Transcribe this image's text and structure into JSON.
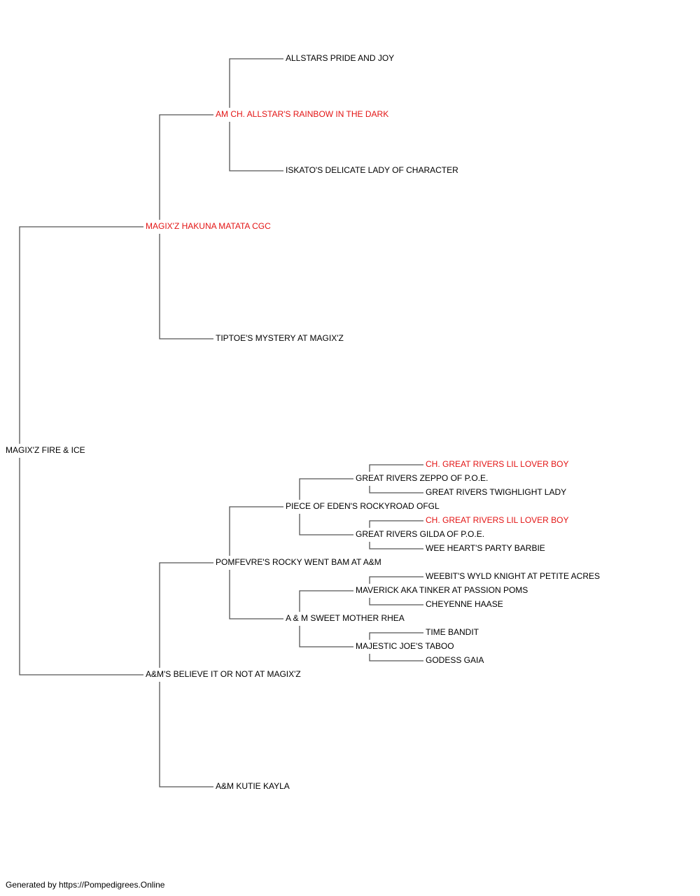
{
  "pedigree": {
    "name": "MAGIX'Z FIRE & ICE",
    "sire": {
      "name": "MAGIX'Z HAKUNA MATATA CGC",
      "champion": true,
      "sire": {
        "name": "AM CH. ALLSTAR'S RAINBOW IN THE DARK",
        "champion": true,
        "sire": {
          "name": "ALLSTARS PRIDE AND JOY"
        },
        "dam": {
          "name": "ISKATO'S DELICATE LADY OF CHARACTER"
        }
      },
      "dam": {
        "name": "TIPTOE'S MYSTERY AT MAGIX'Z"
      }
    },
    "dam": {
      "name": "A&M'S BELIEVE IT OR NOT AT MAGIX'Z",
      "sire": {
        "name": "POMFEVRE'S ROCKY WENT BAM AT A&M",
        "sire": {
          "name": "PIECE OF EDEN'S ROCKYROAD OFGL",
          "sire": {
            "name": "GREAT RIVERS ZEPPO OF P.O.E.",
            "sire": {
              "name": "CH. GREAT RIVERS LIL LOVER BOY",
              "champion": true
            },
            "dam": {
              "name": "GREAT RIVERS TWIGHLIGHT LADY"
            }
          },
          "dam": {
            "name": "GREAT RIVERS GILDA OF P.O.E.",
            "sire": {
              "name": "CH. GREAT RIVERS LIL LOVER BOY",
              "champion": true
            },
            "dam": {
              "name": "WEE HEART'S PARTY BARBIE"
            }
          }
        },
        "dam": {
          "name": "A & M SWEET MOTHER RHEA",
          "sire": {
            "name": "MAVERICK AKA TINKER AT PASSION POMS",
            "sire": {
              "name": "WEEBIT'S WYLD KNIGHT AT PETITE ACRES"
            },
            "dam": {
              "name": "CHEYENNE HAASE"
            }
          },
          "dam": {
            "name": "MAJESTIC JOE'S TABOO",
            "sire": {
              "name": "TIME BANDIT"
            },
            "dam": {
              "name": "GODESS GAIA"
            }
          }
        }
      },
      "dam": {
        "name": "A&M KUTIE KAYLA"
      }
    }
  },
  "colors": {
    "champion": "#e31414",
    "normal": "#000000",
    "line": "#555555"
  },
  "footer": {
    "text": "Generated by https://Pompedigrees.Online"
  }
}
